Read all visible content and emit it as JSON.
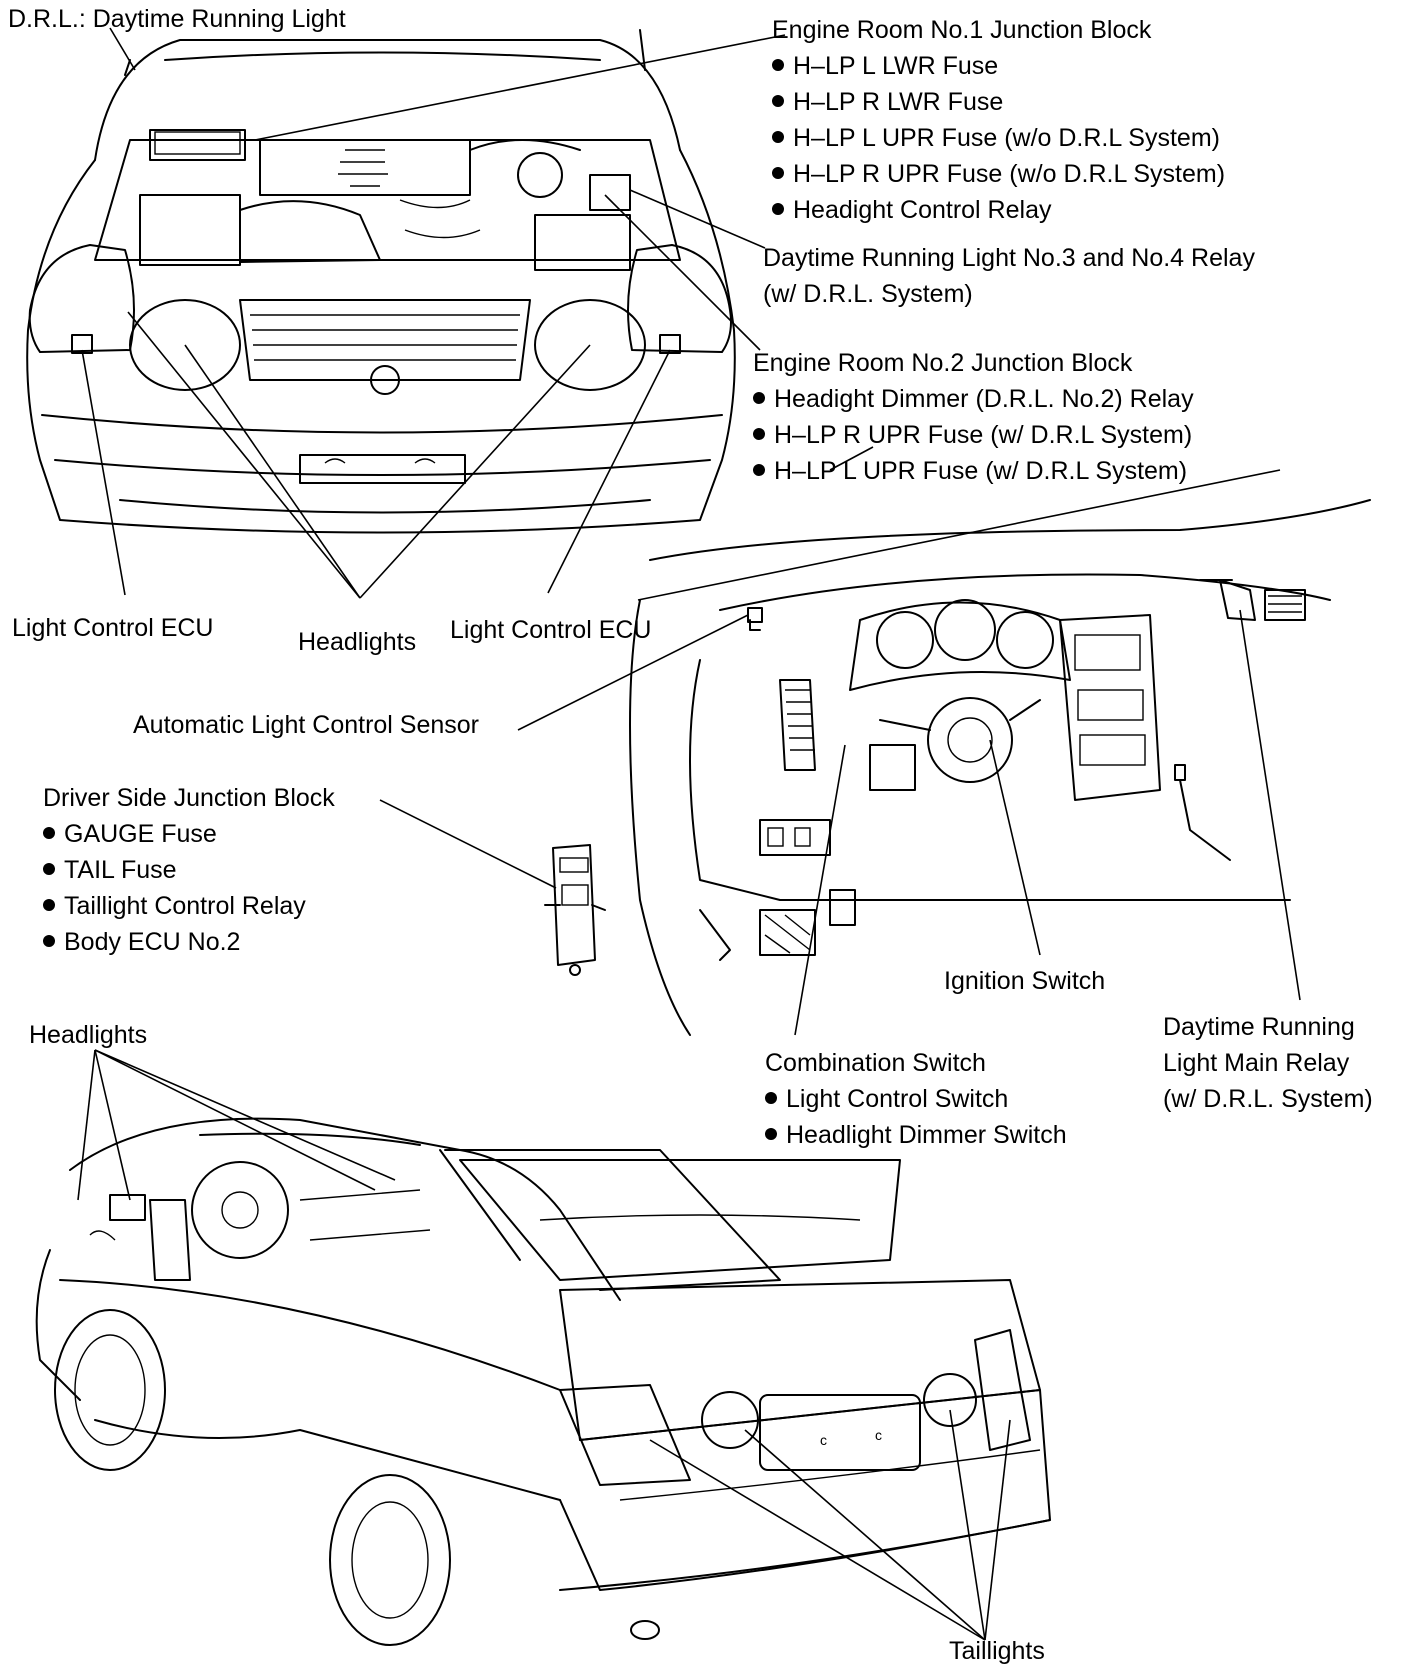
{
  "labels": {
    "drl": "D.R.L.: Daytime Running Light",
    "engine_room_1": {
      "title": "Engine Room No.1 Junction Block",
      "items": [
        "H–LP L LWR Fuse",
        "H–LP R LWR Fuse",
        "H–LP L UPR Fuse (w/o D.R.L System)",
        "H–LP R UPR Fuse (w/o D.R.L System)",
        "Headight Control Relay"
      ]
    },
    "drl_relay_34": [
      "Daytime Running Light No.3 and No.4 Relay",
      "(w/ D.R.L. System)"
    ],
    "engine_room_2": {
      "title": "Engine Room No.2 Junction Block",
      "items": [
        "Headight Dimmer (D.R.L. No.2) Relay",
        "H–LP R UPR Fuse (w/ D.R.L System)",
        "H–LP L UPR Fuse (w/ D.R.L System)"
      ]
    },
    "light_control_ecu_left": "Light Control ECU",
    "headlights_top": "Headlights",
    "light_control_ecu_right": "Light Control ECU",
    "auto_light_sensor": "Automatic Light Control Sensor",
    "driver_jb": {
      "title": "Driver Side Junction Block",
      "items": [
        "GAUGE Fuse",
        "TAIL Fuse",
        "Taillight Control Relay",
        "Body ECU No.2"
      ]
    },
    "ignition_switch": "Ignition Switch",
    "drl_main_relay": [
      "Daytime Running",
      "Light Main Relay",
      "(w/ D.R.L. System)"
    ],
    "combination_switch": {
      "title": "Combination Switch",
      "items": [
        "Light Control Switch",
        "Headlight Dimmer Switch"
      ]
    },
    "headlights_bottom": "Headlights",
    "taillights": "Taillights"
  }
}
